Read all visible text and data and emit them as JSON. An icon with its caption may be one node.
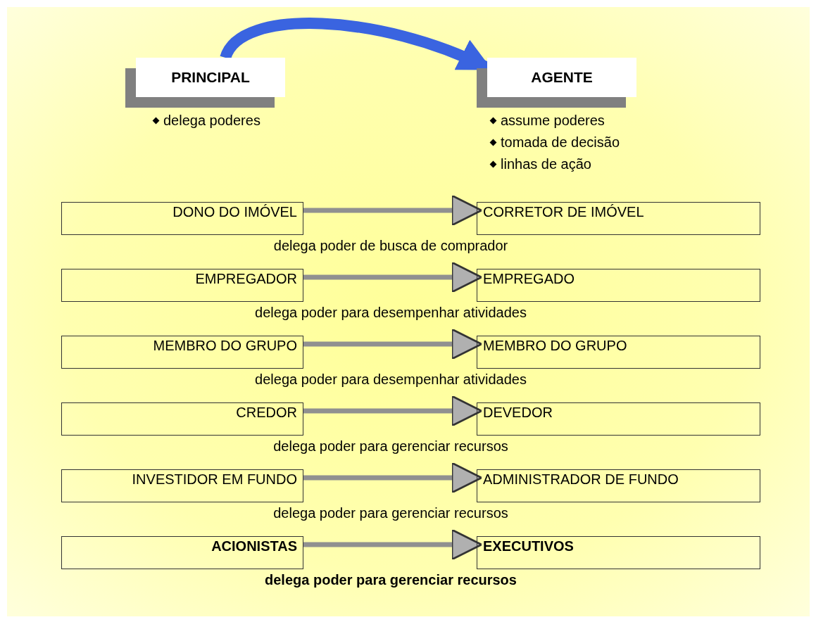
{
  "diagram": {
    "nodes": [
      {
        "text": [
          "PRINCIPAL"
        ],
        "beside": [
          "delega poderes"
        ]
      },
      {
        "text": [
          "AGENTE"
        ],
        "beside": [
          "assume poderes",
          "tomada de decisão",
          "linhas de ação"
        ]
      },
      {
        "text": [
          "DONO DO IMÓVEL"
        ]
      },
      {
        "text": [
          "CORRETOR DE IMÓVEL"
        ]
      },
      {
        "text": [
          "EMPREGADOR"
        ]
      },
      {
        "text": [
          "EMPREGADO"
        ]
      },
      {
        "text": [
          "MEMBRO DO GRUPO"
        ]
      },
      {
        "text": [
          "MEMBRO DO GRUPO"
        ]
      },
      {
        "text": [
          "CREDOR"
        ]
      },
      {
        "text": [
          "DEVEDOR"
        ]
      },
      {
        "text": [
          "INVESTIDOR EM FUNDO"
        ]
      },
      {
        "text": [
          "ADMINISTRADOR DE FUNDO"
        ]
      },
      {
        "text": [
          "ACIONISTAS"
        ]
      },
      {
        "text": [
          "EXECUTIVOS"
        ]
      }
    ],
    "edges": [
      {
        "from": 0,
        "to": 1,
        "arrow": "to",
        "style": "thick",
        "color": "#3a64e0"
      },
      {
        "from": 2,
        "to": 3,
        "arrow": "to",
        "label": "delega poder de busca de comprador"
      },
      {
        "from": 4,
        "to": 5,
        "arrow": "to",
        "label": "delega poder para desempenhar atividades"
      },
      {
        "from": 6,
        "to": 7,
        "arrow": "to",
        "label": "delega poder para desempenhar atividades"
      },
      {
        "from": 8,
        "to": 9,
        "arrow": "to",
        "label": "delega poder para gerenciar recursos"
      },
      {
        "from": 10,
        "to": 11,
        "arrow": "to",
        "label": "delega poder para gerenciar recursos"
      },
      {
        "from": 12,
        "to": 13,
        "arrow": "to",
        "label": "delega poder para gerenciar recursos"
      }
    ]
  }
}
